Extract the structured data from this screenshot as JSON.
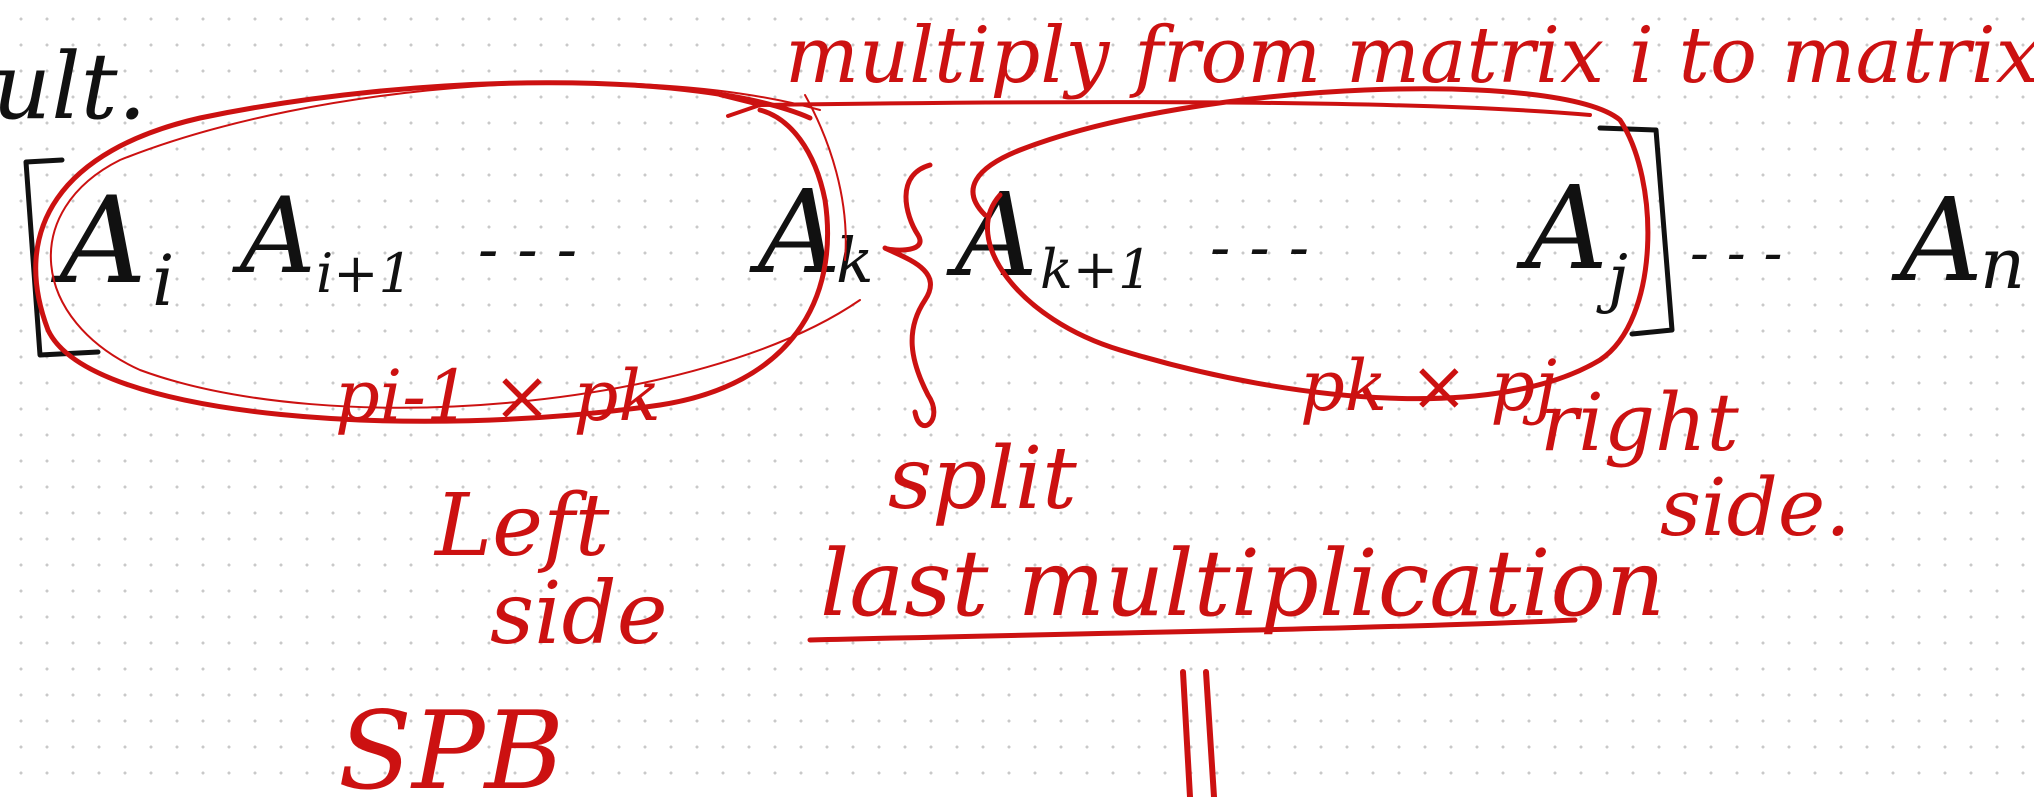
{
  "note": {
    "top_left_fragment": "ult.",
    "heading": "multiply from matrix i to matrix j",
    "matrix_chain": {
      "first": "A",
      "first_sub": "i",
      "second": "A",
      "second_sub": "i+1",
      "dots_1": "- - -",
      "k_matrix": "A",
      "k_sub": "k",
      "k1_matrix": "A",
      "k1_sub": "k+1",
      "dots_2": "- - -",
      "j_matrix": "A",
      "j_sub": "j",
      "dots_3": "- - -",
      "last": "A",
      "last_sub": "n"
    },
    "left_dims": "pi-1 × pk",
    "left_label_1": "Left",
    "left_label_2": "side",
    "split_label": "split",
    "right_dims": "pk × pj",
    "right_label_1": "right",
    "right_label_2": "side.",
    "last_mult": "last multiplication",
    "bottom_left": "SPB"
  },
  "colors": {
    "black_ink": "#111111",
    "red_ink": "#cc1111",
    "background": "#ffffff",
    "dot_grid": "#c9c9c9"
  }
}
